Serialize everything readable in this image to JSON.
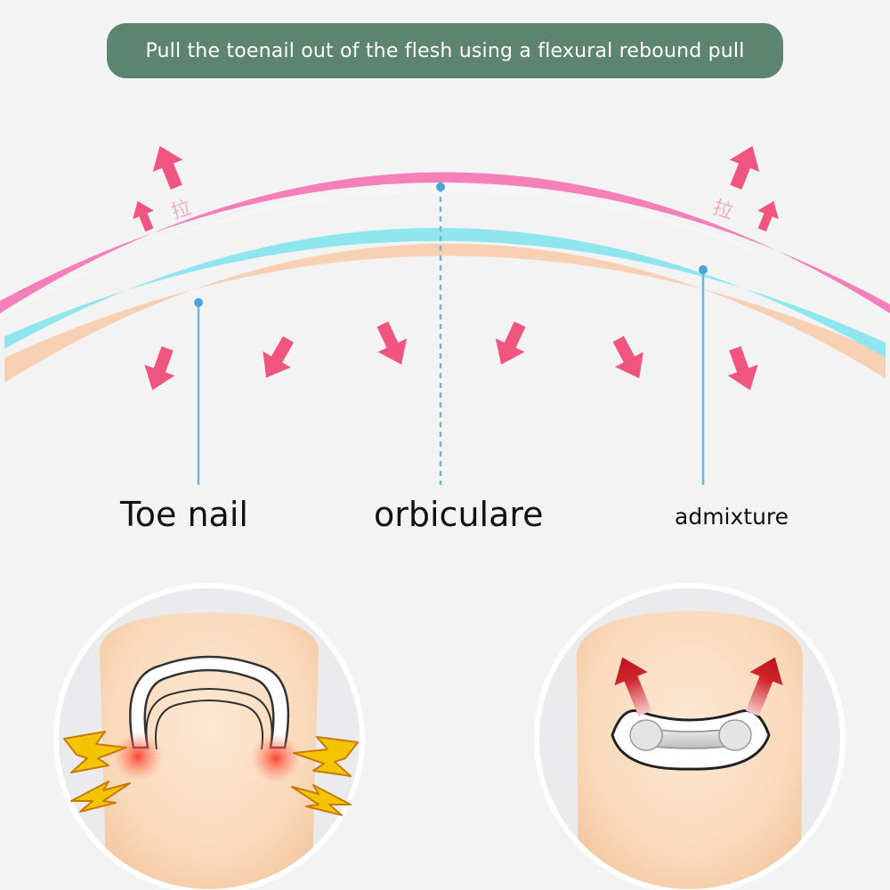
{
  "banner": {
    "text": "Pull the toenail out of the flesh using a flexural rebound pull"
  },
  "labels": {
    "toe_nail": "Toe nail",
    "orbiculare": "orbiculare",
    "admixture": "admixture"
  },
  "pull_marks": {
    "left": "拉",
    "right": "拉"
  },
  "colors": {
    "banner": "#5d8470",
    "pink_band": "#f57fb8",
    "blue_band": "#8fe6ef",
    "peach_band": "#f8cdb0",
    "arrow": "#f0557f",
    "leader_line": "#6fb8dc",
    "pain_bolt": "#f4c400",
    "pull_arrow": "#c8141c"
  },
  "icons": {
    "pull_arrows": "arrow-up-icon",
    "press_arrows": "arrow-down-icon",
    "pain": "lightning-bolt-icon"
  }
}
